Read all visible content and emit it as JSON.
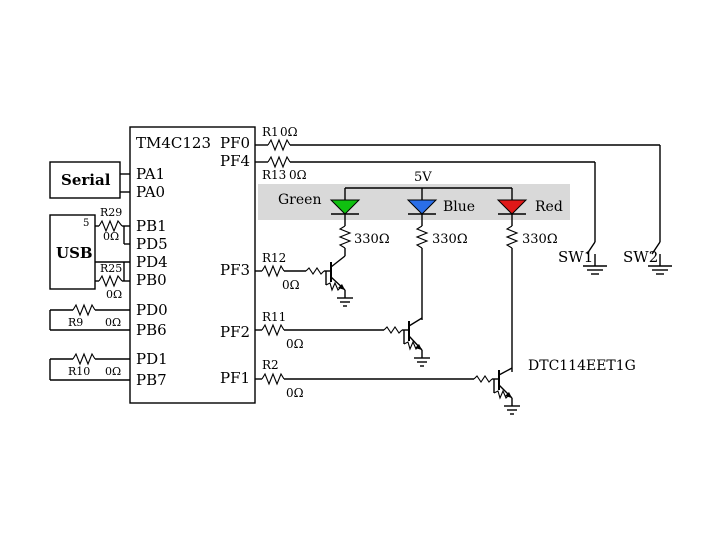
{
  "mcu": {
    "name": "TM4C123",
    "left_pins": [
      "PA1",
      "PA0",
      "PB1",
      "PD5",
      "PD4",
      "PB0",
      "PD0",
      "PB6",
      "PD1",
      "PB7"
    ],
    "right_pins": [
      "PF0",
      "PF4",
      "PF3",
      "PF2",
      "PF1"
    ]
  },
  "blocks": {
    "serial": "Serial",
    "usb": "USB"
  },
  "resistors": {
    "r1": "R1",
    "r1_val": "0Ω",
    "r13": "R13",
    "r13_val": "0Ω",
    "r29": "R29",
    "r29_val": "0Ω",
    "r25": "R25",
    "r25_val": "0Ω",
    "r9": "R9",
    "r9_val": "0Ω",
    "r10": "R10",
    "r10_val": "0Ω",
    "r12": "R12",
    "r12_val": "0Ω",
    "r11": "R11",
    "r11_val": "0Ω",
    "r2": "R2",
    "r2_val": "0Ω",
    "led_r_val": "330Ω"
  },
  "labels": {
    "usb_pin_num": "5",
    "supply": "5V",
    "transistor": "DTC114EET1G",
    "sw1": "SW1",
    "sw2": "SW2"
  },
  "leds": [
    {
      "label": "Green",
      "color": "#10c010"
    },
    {
      "label": "Blue",
      "color": "#2a6ee8"
    },
    {
      "label": "Red",
      "color": "#e01818"
    }
  ]
}
